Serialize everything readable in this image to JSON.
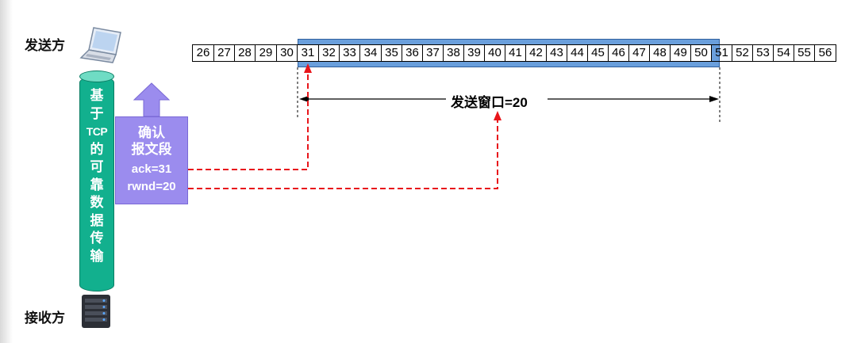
{
  "sender_label": "发送方",
  "receiver_label": "接收方",
  "pillar_chars": [
    "基",
    "于",
    "TCP",
    "的",
    "可",
    "靠",
    "数",
    "据",
    "传",
    "输"
  ],
  "ack_segment": {
    "line1": "确认",
    "line2": "报文段",
    "ack": "ack=31",
    "rwnd": "rwnd=20"
  },
  "sequence_numbers": [
    "26",
    "27",
    "28",
    "29",
    "30",
    "31",
    "32",
    "33",
    "34",
    "35",
    "36",
    "37",
    "38",
    "39",
    "40",
    "41",
    "42",
    "43",
    "44",
    "45",
    "46",
    "47",
    "48",
    "49",
    "50",
    "51",
    "52",
    "53",
    "54",
    "55",
    "56"
  ],
  "window_label": "发送窗口=20",
  "colors": {
    "pillar": "#12b08e",
    "ack_box": "#9b8cee",
    "window": "#6a9fdc",
    "dashed_arrow": "#e8161b"
  },
  "icons": {
    "sender": "laptop-icon",
    "receiver": "server-icon"
  }
}
